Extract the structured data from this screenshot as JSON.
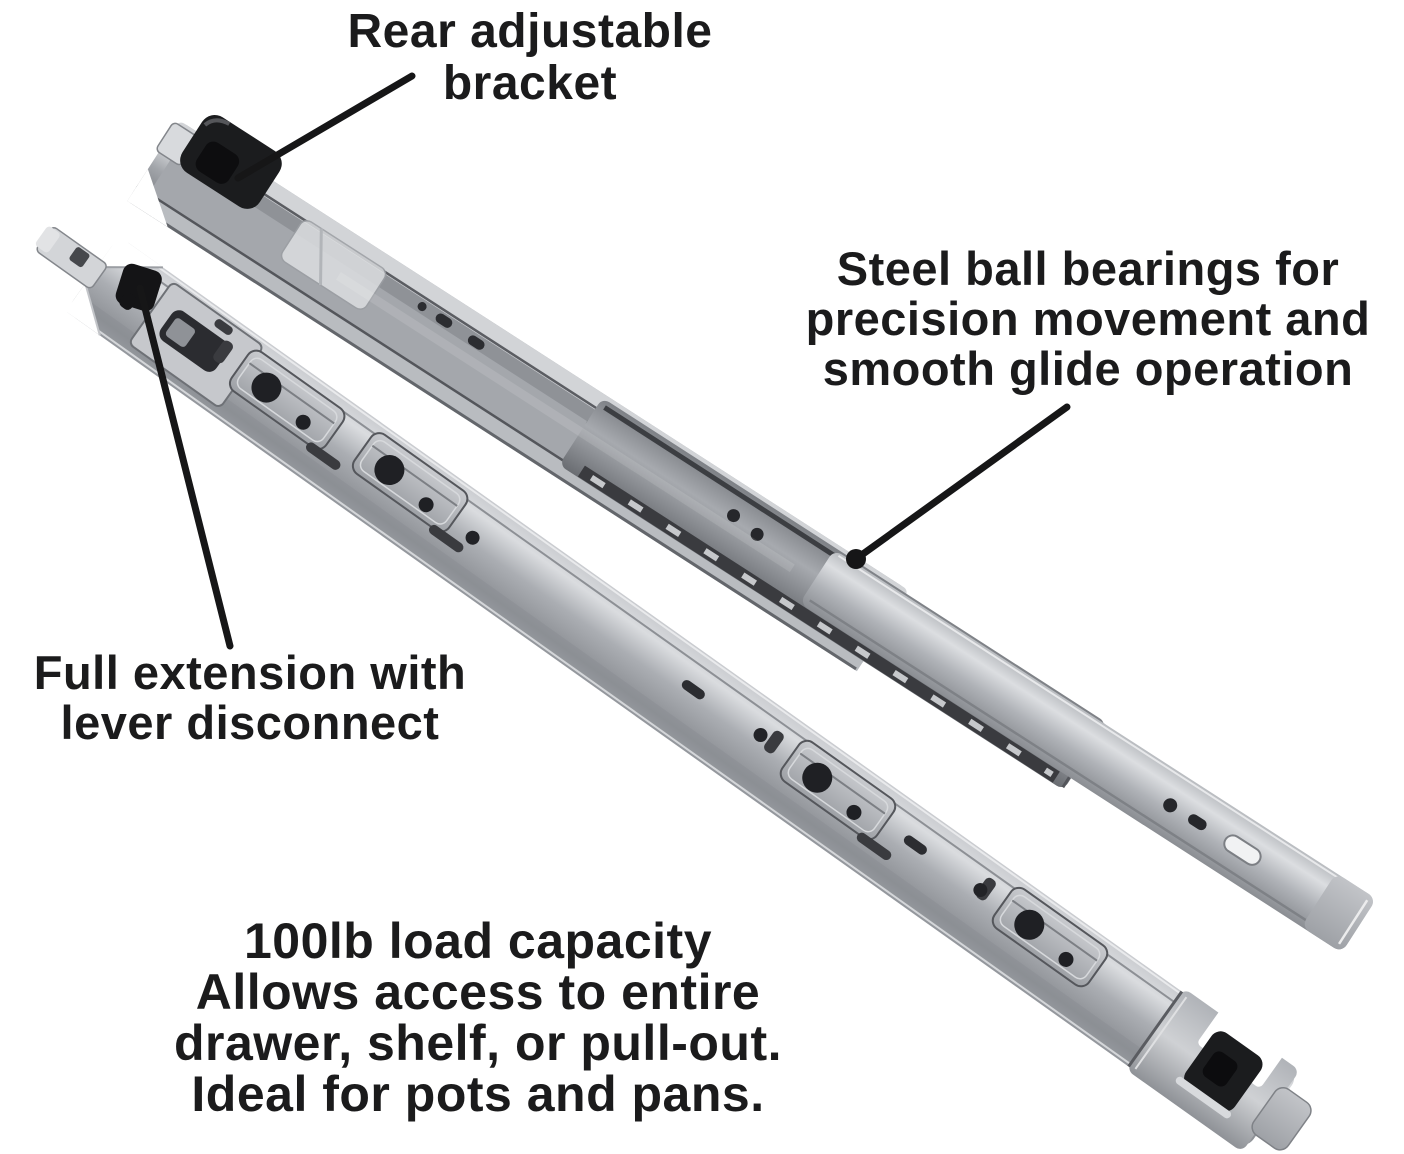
{
  "page": {
    "background": "#ffffff"
  },
  "colors": {
    "label_text": "#1b1b1c",
    "arrow": "#161617",
    "metal_light": "#d8dadd",
    "metal_mid": "#a7aaaf",
    "metal_dark": "#75787d",
    "bracket_black": "#1b1c1e"
  },
  "annotations": {
    "rear_bracket": {
      "lines": [
        "Rear adjustable",
        "bracket"
      ]
    },
    "ball_bearings": {
      "lines": [
        "Steel ball bearings for",
        "precision movement and",
        "smooth glide operation"
      ]
    },
    "full_extension": {
      "lines": [
        "Full extension with",
        "lever disconnect"
      ]
    },
    "load_capacity": {
      "lines": [
        "100lb load capacity",
        "Allows access to entire",
        "drawer, shelf, or pull-out.",
        "Ideal for pots and pans."
      ]
    }
  },
  "illustration": {
    "items": [
      "drawer-slide-rear-view",
      "drawer-slide-extended-view"
    ],
    "callout_count": 3
  }
}
